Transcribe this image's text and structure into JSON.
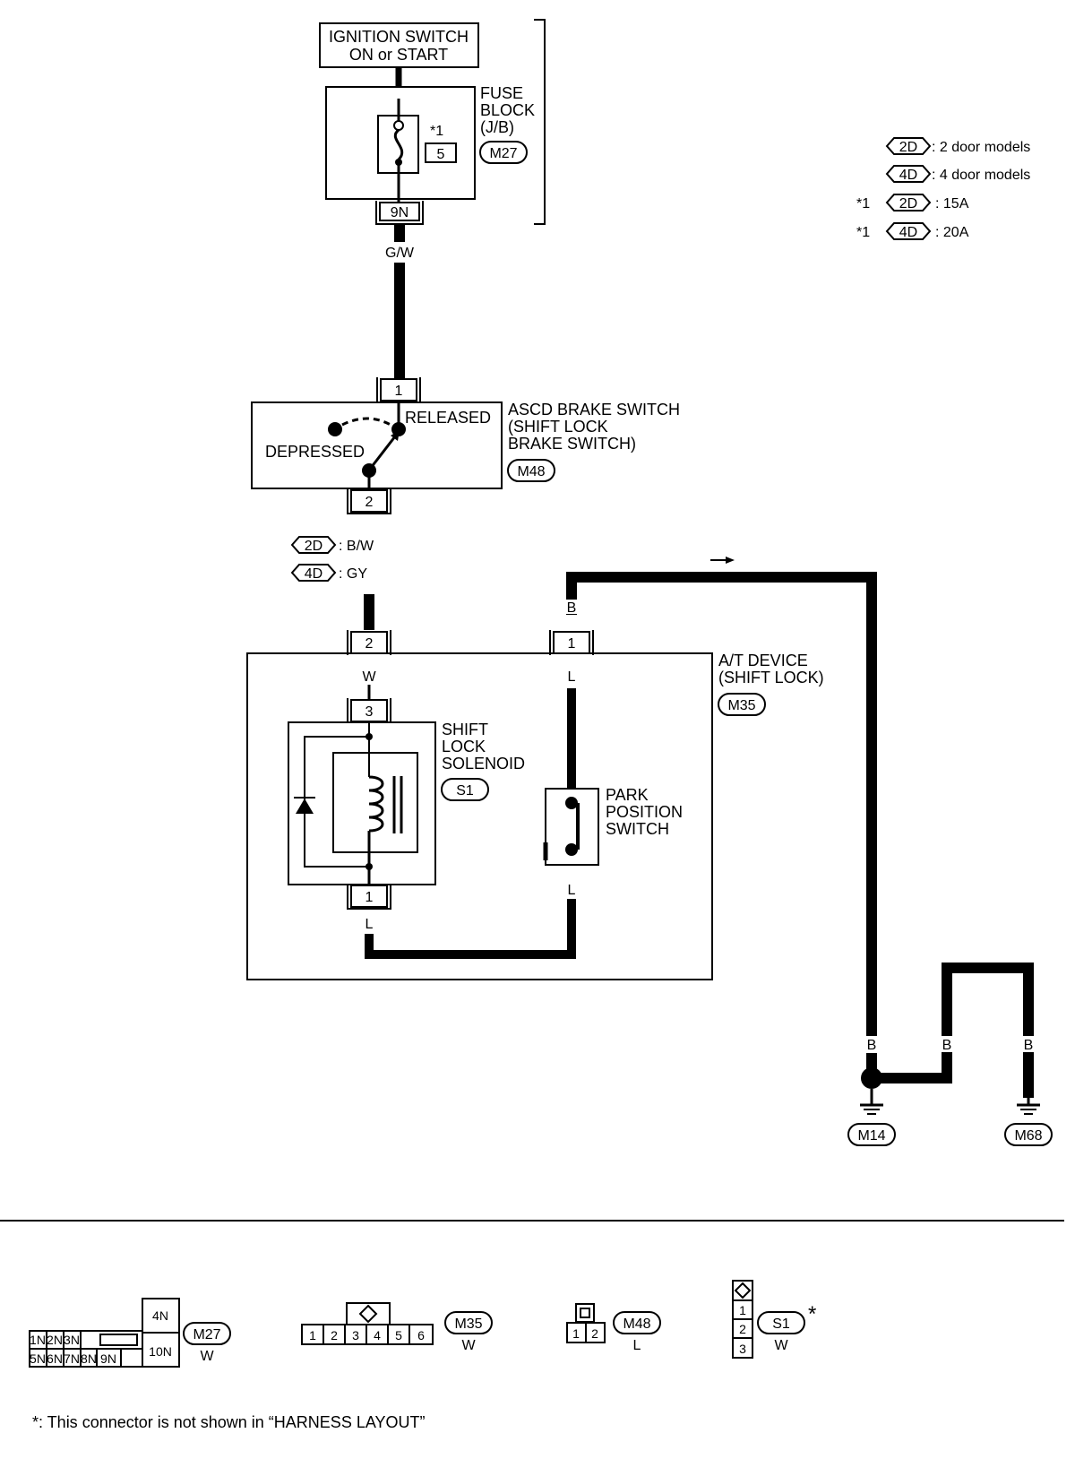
{
  "ignition": {
    "line1": "IGNITION SWITCH",
    "line2": "ON or START"
  },
  "fuse_block": {
    "line1": "FUSE",
    "line2": "BLOCK",
    "line3": "(J/B)",
    "connector": "M27",
    "fuse_number": "5",
    "note_mark": "*1",
    "terminal": "9N"
  },
  "legend": {
    "rows": [
      {
        "prefix": "",
        "tag": "2D",
        "text": ": 2 door models"
      },
      {
        "prefix": "",
        "tag": "4D",
        "text": ": 4 door models"
      },
      {
        "prefix": "*1",
        "tag": "2D",
        "text": ": 15A"
      },
      {
        "prefix": "*1",
        "tag": "4D",
        "text": ": 20A"
      }
    ]
  },
  "wires": {
    "gw": "G/W",
    "variant_2d_tag": "2D",
    "variant_2d": ": B/W",
    "variant_4d_tag": "4D",
    "variant_4d": ": GY",
    "w": "W",
    "b": "B",
    "l": "L"
  },
  "brake_switch": {
    "line1": "ASCD BRAKE SWITCH",
    "line2": "(SHIFT LOCK",
    "line3": "BRAKE SWITCH)",
    "connector": "M48",
    "released": "RELEASED",
    "depressed": "DEPRESSED",
    "pin_top": "1",
    "pin_bottom": "2"
  },
  "at_device": {
    "line1": "A/T DEVICE",
    "line2": "(SHIFT LOCK)",
    "connector": "M35",
    "pin_w": "2",
    "pin_b": "1"
  },
  "solenoid": {
    "line1": "SHIFT",
    "line2": "LOCK",
    "line3": "SOLENOID",
    "connector": "S1",
    "pin_top": "3",
    "pin_bottom": "1"
  },
  "park_switch": {
    "line1": "PARK",
    "line2": "POSITION",
    "line3": "SWITCH"
  },
  "grounds": {
    "left": "M14",
    "right": "M68"
  },
  "connectors": {
    "m27": {
      "name": "M27",
      "color": "W",
      "top": [
        "1N",
        "2N",
        "3N"
      ],
      "bottom": [
        "5N",
        "6N",
        "7N",
        "8N",
        "9N"
      ],
      "right_top": "4N",
      "right_bottom": "10N"
    },
    "m35": {
      "name": "M35",
      "color": "W",
      "pins": [
        "1",
        "2",
        "3",
        "4",
        "5",
        "6"
      ]
    },
    "m48": {
      "name": "M48",
      "color": "L",
      "pins": [
        "1",
        "2"
      ]
    },
    "s1": {
      "name": "S1",
      "color": "W",
      "pins": [
        "1",
        "2",
        "3"
      ],
      "star": "*"
    }
  },
  "footnote": "*: This connector is not shown in “HARNESS LAYOUT”"
}
